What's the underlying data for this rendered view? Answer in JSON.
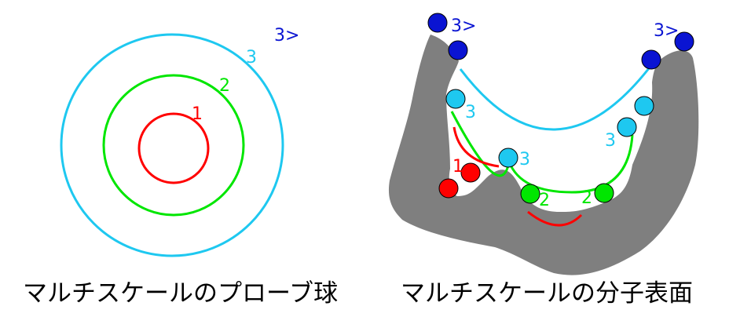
{
  "colors": {
    "level1": "#ff0000",
    "level2": "#00e600",
    "level3": "#1ec8f0",
    "level3_far": "#0a14d2",
    "surface": "#7f7f7f",
    "text": "#000000"
  },
  "left_panel": {
    "label_1": "1",
    "label_2": "2",
    "label_3": "3",
    "label_3_far": "3>",
    "caption": "マルチスケールのプローブ球"
  },
  "right_panel": {
    "label_3_far_left": "3>",
    "label_3_far_right": "3>",
    "label_3_left": "3",
    "label_3_right": "3",
    "label_3_center": "3",
    "label_1": "1",
    "label_2_left": "2",
    "label_2_right": "2",
    "caption": "マルチスケールの分子表面"
  }
}
